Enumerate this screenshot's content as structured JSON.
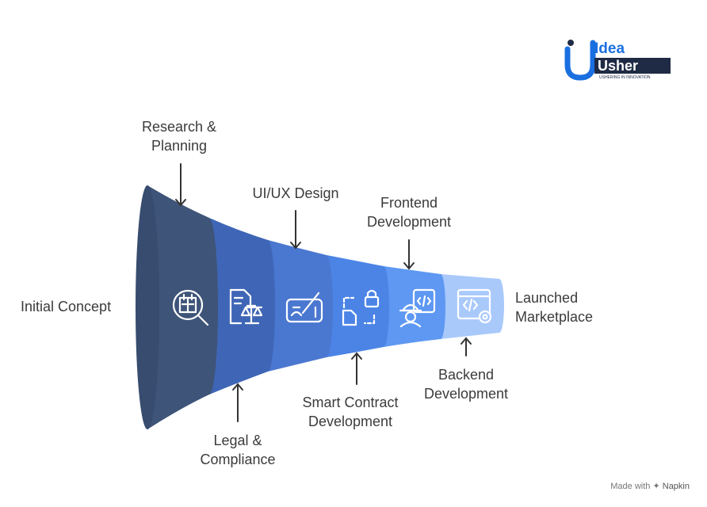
{
  "brand": {
    "name_line1": "Idea",
    "name_line2": "Usher",
    "tagline": "USHERING IN INNOVATION",
    "accent": "#1a6fe0",
    "dark": "#1f2a44"
  },
  "funnel": {
    "start_label": "Initial Concept",
    "end_label_line1": "Launched",
    "end_label_line2": "Marketplace",
    "stages": [
      {
        "name_line1": "Research &",
        "name_line2": "Planning",
        "position": "top",
        "icon": "search-document-icon",
        "color": "#3e5478"
      },
      {
        "name_line1": "Legal &",
        "name_line2": "Compliance",
        "position": "bottom",
        "icon": "legal-scale-icon",
        "color": "#3f66b6"
      },
      {
        "name_line1": "UI/UX Design",
        "name_line2": "",
        "position": "top",
        "icon": "design-tablet-icon",
        "color": "#4a77d0"
      },
      {
        "name_line1": "Smart Contract",
        "name_line2": "Development",
        "position": "bottom",
        "icon": "secure-contract-icon",
        "color": "#4c84e6"
      },
      {
        "name_line1": "Frontend",
        "name_line2": "Development",
        "position": "top",
        "icon": "developer-code-icon",
        "color": "#5e98f2"
      },
      {
        "name_line1": "Backend",
        "name_line2": "Development",
        "position": "bottom",
        "icon": "code-settings-icon",
        "color": "#a9c9fb"
      }
    ],
    "mouth_color": "#374c6e",
    "text_color": "#3b3b3b"
  },
  "footer": {
    "made_with": "Made with",
    "tool": "Napkin"
  }
}
